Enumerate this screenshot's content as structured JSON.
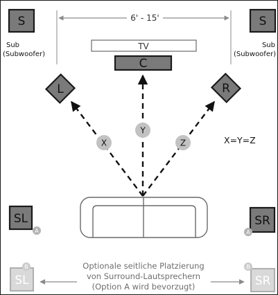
{
  "distance_label": "6' - 15'",
  "sub_label": "Sub",
  "subwoofer_label": "(Subwoofer)",
  "speaker_s_label": "S",
  "tv_label": "TV",
  "center_label": "C",
  "left_label": "L",
  "right_label": "R",
  "x_label": "X",
  "y_label": "Y",
  "z_label": "Z",
  "equation": "X=Y=Z",
  "sl_label": "SL",
  "sr_label": "SR",
  "option_a": "A",
  "option_b": "B",
  "note_line1": "Optionale seitliche Platzierung",
  "note_line2": "von Surround-Lautsprechern",
  "note_line3": "(Option A wird bevorzugt)"
}
